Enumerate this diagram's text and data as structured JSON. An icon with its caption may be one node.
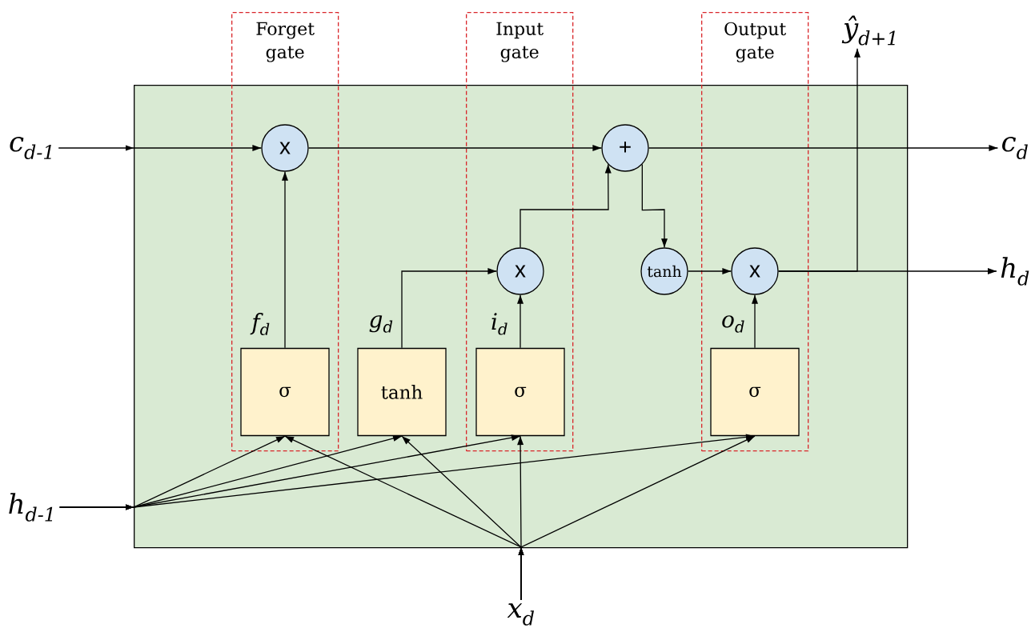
{
  "diagram": {
    "nodes": [
      {
        "text": [],
        "shape": "box"
      },
      {
        "text": [
          "Forget gate"
        ]
      },
      {
        "text": [
          "Input gate"
        ]
      },
      {
        "text": [
          "Output gate"
        ]
      },
      {
        "text": [
          "c$_{d-1}$"
        ]
      },
      {
        "text": [
          "x"
        ],
        "in": 1
      },
      {
        "text": [
          "+"
        ],
        "in": 0
      },
      {
        "text": [
          "c$_{d}$"
        ]
      },
      {
        "text": [
          "ŷ$_{d+1}$"
        ]
      },
      {
        "text": [
          "x"
        ],
        "in": 2
      },
      {
        "text": [
          "tanh"
        ],
        "in": 0
      },
      {
        "text": [
          "x"
        ],
        "in": 3
      },
      {
        "text": [
          "h$_{d}$"
        ]
      },
      {
        "text": [
          "σ"
        ],
        "in": 1
      },
      {
        "text": [
          "tanh"
        ],
        "in": 0
      },
      {
        "text": [
          "σ"
        ],
        "in": 2
      },
      {
        "text": [
          "σ"
        ],
        "in": 3
      },
      {
        "text": [
          "h$_{d-1}$"
        ]
      },
      {
        "text": [
          "x$_{d}$"
        ]
      }
    ],
    "edges": [
      {
        "from": 4,
        "to": 5,
        "arrow": "to"
      },
      {
        "from": 5,
        "to": 6,
        "arrow": "to"
      },
      {
        "from": 6,
        "to": 7,
        "arrow": "to"
      },
      {
        "from": 13,
        "to": 5,
        "arrow": "to",
        "label": "f$_{d}$"
      },
      {
        "from": 14,
        "to": 9,
        "arrow": "to",
        "label": "g$_{d}$"
      },
      {
        "from": 15,
        "to": 9,
        "arrow": "to",
        "label": "i$_{d}$"
      },
      {
        "from": 9,
        "to": 6,
        "arrow": "to"
      },
      {
        "from": 6,
        "to": 10,
        "arrow": "to"
      },
      {
        "from": 10,
        "to": 11,
        "arrow": "to"
      },
      {
        "from": 16,
        "to": 11,
        "arrow": "to",
        "label": "o$_{d}$"
      },
      {
        "from": 11,
        "to": 12,
        "arrow": "to"
      },
      {
        "from": 11,
        "to": 8,
        "arrow": "to"
      },
      {
        "from": 17,
        "to": 13,
        "arrow": "to"
      },
      {
        "from": 17,
        "to": 14,
        "arrow": "to"
      },
      {
        "from": 17,
        "to": 15,
        "arrow": "to"
      },
      {
        "from": 17,
        "to": 16,
        "arrow": "to"
      },
      {
        "from": 18,
        "to": 13,
        "arrow": "to"
      },
      {
        "from": 18,
        "to": 14,
        "arrow": "to"
      },
      {
        "from": 18,
        "to": 15,
        "arrow": "to"
      },
      {
        "from": 18,
        "to": 16,
        "arrow": "to"
      }
    ]
  }
}
